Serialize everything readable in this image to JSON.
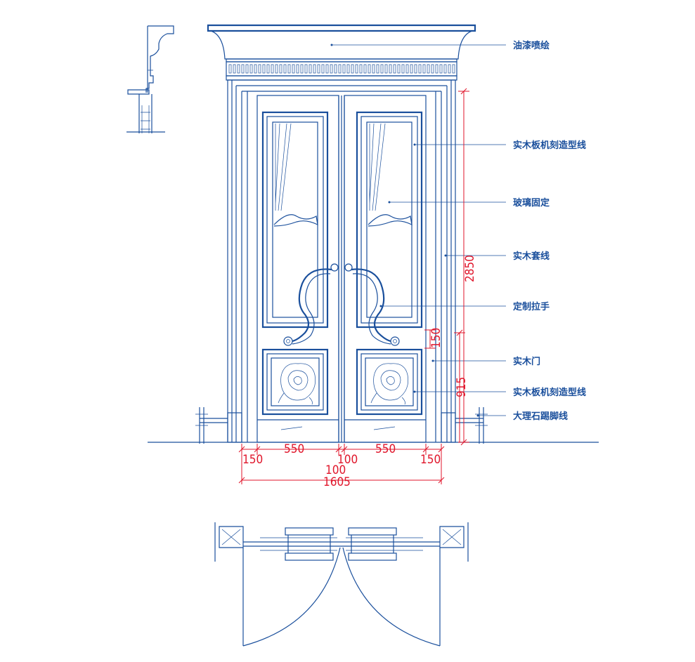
{
  "labels": [
    {
      "id": "paint",
      "text": "油漆喷绘"
    },
    {
      "id": "carve-top",
      "text": "实木板机刻造型线"
    },
    {
      "id": "glass",
      "text": "玻璃固定"
    },
    {
      "id": "casing",
      "text": "实木套线"
    },
    {
      "id": "handle",
      "text": "定制拉手"
    },
    {
      "id": "door",
      "text": "实木门"
    },
    {
      "id": "carve-bottom",
      "text": "实木板机刻造型线"
    },
    {
      "id": "marble",
      "text": "大理石踢脚线"
    }
  ],
  "dimensions": {
    "horizontal": [
      "150",
      "550",
      "100",
      "550",
      "150"
    ],
    "center_gap": "100",
    "total_width": "1605",
    "vertical_total": "2850",
    "vertical_lower": "915",
    "vertical_small": "150"
  },
  "colors": {
    "line": "#1a4f9c",
    "dimension": "#e0162b",
    "background": "#ffffff"
  }
}
